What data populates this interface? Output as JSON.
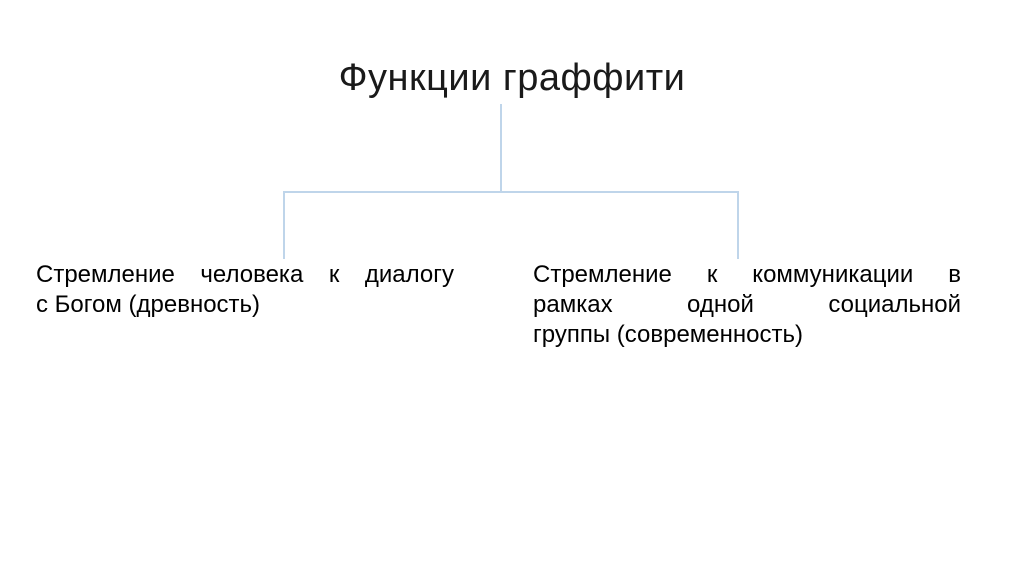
{
  "slide": {
    "title": "Функции граффити",
    "connector_color": "#BFD5EA",
    "text_color": "#000000",
    "background_color": "#FFFFFF",
    "left_node": {
      "full_text": "Стремление человека к диалогу с Богом (древность)",
      "lines": [
        "Стремление человека к диалогу",
        "с Богом (древность)"
      ]
    },
    "right_node": {
      "full_text": "Стремление к коммуникации в рамках одной социальной группы (современность)",
      "lines": [
        "Стремление к коммуникации в",
        "рамках одной социальной",
        "группы (современность)"
      ]
    }
  }
}
